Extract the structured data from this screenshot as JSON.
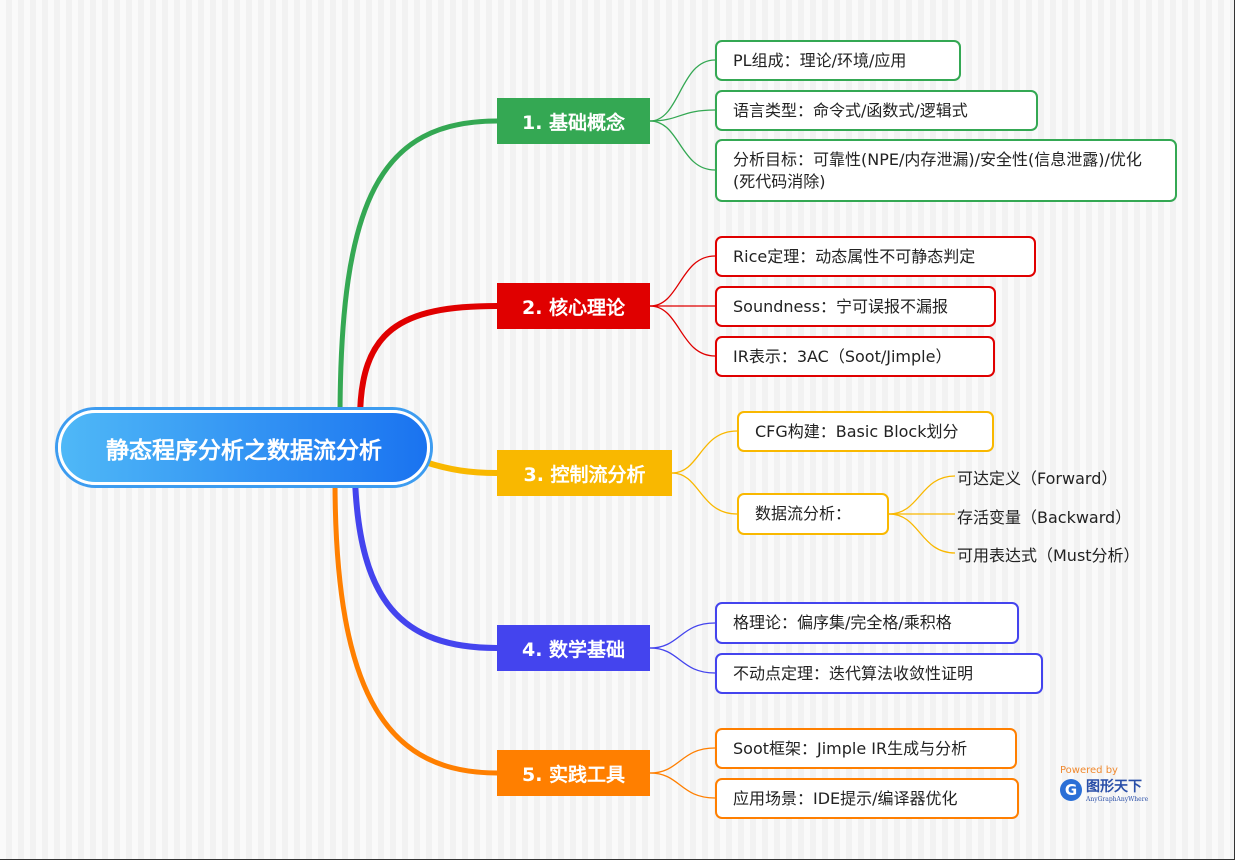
{
  "root": "静态程序分析之数据流分析",
  "branches": [
    {
      "label": "1. 基础概念",
      "color": "#34a853",
      "leaves": [
        "PL组成：理论/环境/应用",
        "语言类型：命令式/函数式/逻辑式",
        "分析目标：可靠性(NPE/内存泄漏)/安全性(信息泄露)/优化(死代码消除)"
      ]
    },
    {
      "label": "2. 核心理论",
      "color": "#e00000",
      "leaves": [
        "Rice定理：动态属性不可静态判定",
        "Soundness：宁可误报不漏报",
        "IR表示：3AC（Soot/Jimple）"
      ]
    },
    {
      "label": "3. 控制流分析",
      "color": "#f9b800",
      "leaves": [
        "CFG构建：Basic Block划分",
        "数据流分析："
      ],
      "sub": [
        "可达定义（Forward）",
        "存活变量（Backward）",
        "可用表达式（Must分析）"
      ]
    },
    {
      "label": "4. 数学基础",
      "color": "#4444ee",
      "leaves": [
        "格理论：偏序集/完全格/乘积格",
        "不动点定理：迭代算法收敛性证明"
      ]
    },
    {
      "label": "5. 实践工具",
      "color": "#ff7f00",
      "leaves": [
        "Soot框架：Jimple IR生成与分析",
        "应用场景：IDE提示/编译器优化"
      ]
    }
  ],
  "watermark": {
    "powered": "Powered by",
    "brand": "图形天下",
    "tagline": "AnyGraphAnyWhere"
  }
}
